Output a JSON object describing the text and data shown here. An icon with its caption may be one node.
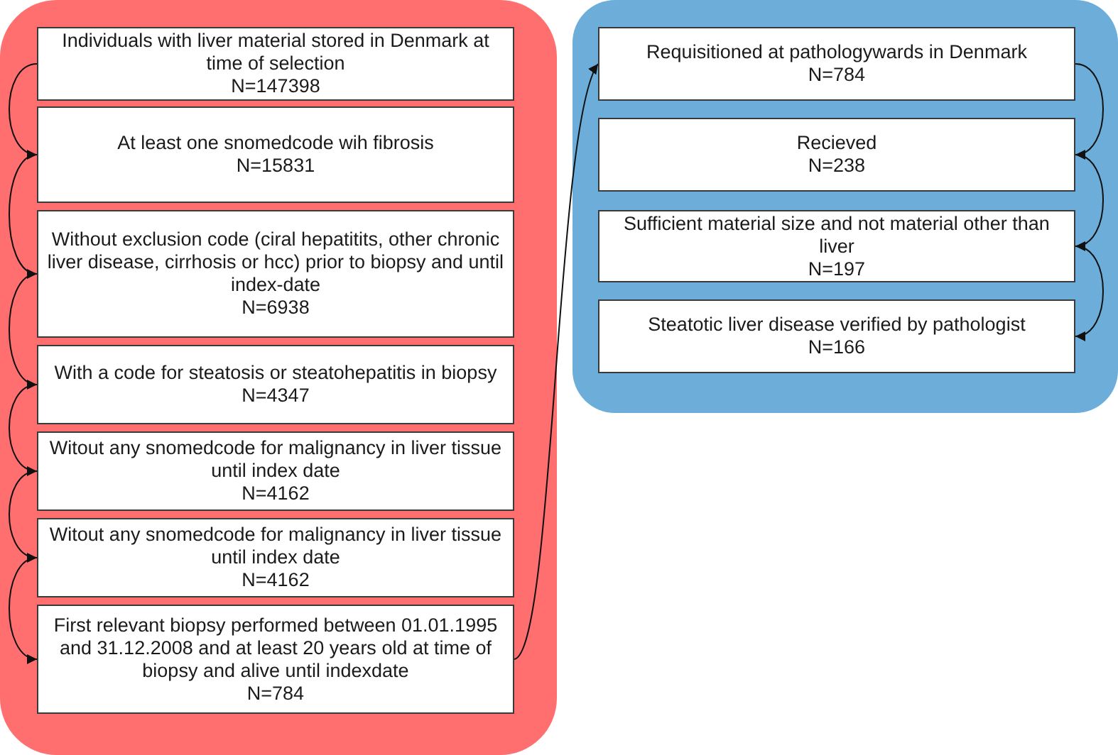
{
  "diagram": {
    "nodes": [
      {
        "text": [],
        "shape": "box"
      },
      {
        "text": [
          "Individuals with liver material stored in Denmark at time of selection",
          "N=147398"
        ],
        "in": 0
      },
      {
        "text": [
          "At least one snomedcode wih fibrosis",
          "N=15831"
        ],
        "in": 0
      },
      {
        "text": [
          "Without exclusion code (ciral hepatitits, other chronic liver disease, cirrhosis or hcc) prior to biopsy and until index-date",
          "N=6938"
        ],
        "in": 0
      },
      {
        "text": [
          "With a code for steatosis or steatohepatitis in biopsy",
          "N=4347"
        ],
        "in": 0
      },
      {
        "text": [
          "Witout any snomedcode for malignancy in liver tissue until index date",
          "N=4162"
        ],
        "in": 0
      },
      {
        "text": [
          "Witout any snomedcode for malignancy in liver tissue until index date",
          "N=4162"
        ],
        "in": 0
      },
      {
        "text": [
          "First relevant biopsy performed between 01.01.1995 and 31.12.2008 and at least 20 years old at time of biopsy and alive until indexdate",
          "N=784"
        ],
        "in": 0
      },
      {
        "text": [],
        "shape": "box"
      },
      {
        "text": [
          "Requisitioned at pathologywards in Denmark",
          "N=784"
        ],
        "in": 8
      },
      {
        "text": [
          "Recieved",
          "N=238"
        ],
        "in": 8
      },
      {
        "text": [
          "Sufficient material size and not material other than liver",
          "N=197"
        ],
        "in": 8
      },
      {
        "text": [
          "Steatotic liver disease verified by pathologist",
          "N=166"
        ],
        "in": 8
      }
    ],
    "edges": [
      {
        "from": 1,
        "to": 2,
        "arrow": "to"
      },
      {
        "from": 2,
        "to": 3,
        "arrow": "to"
      },
      {
        "from": 3,
        "to": 4,
        "arrow": "to"
      },
      {
        "from": 4,
        "to": 5,
        "arrow": "to"
      },
      {
        "from": 5,
        "to": 6,
        "arrow": "to"
      },
      {
        "from": 6,
        "to": 7,
        "arrow": "to"
      },
      {
        "from": 7,
        "to": 9,
        "arrow": "to"
      },
      {
        "from": 9,
        "to": 10,
        "arrow": "to"
      },
      {
        "from": 10,
        "to": 11,
        "arrow": "to"
      },
      {
        "from": 11,
        "to": 12,
        "arrow": "to"
      }
    ]
  }
}
